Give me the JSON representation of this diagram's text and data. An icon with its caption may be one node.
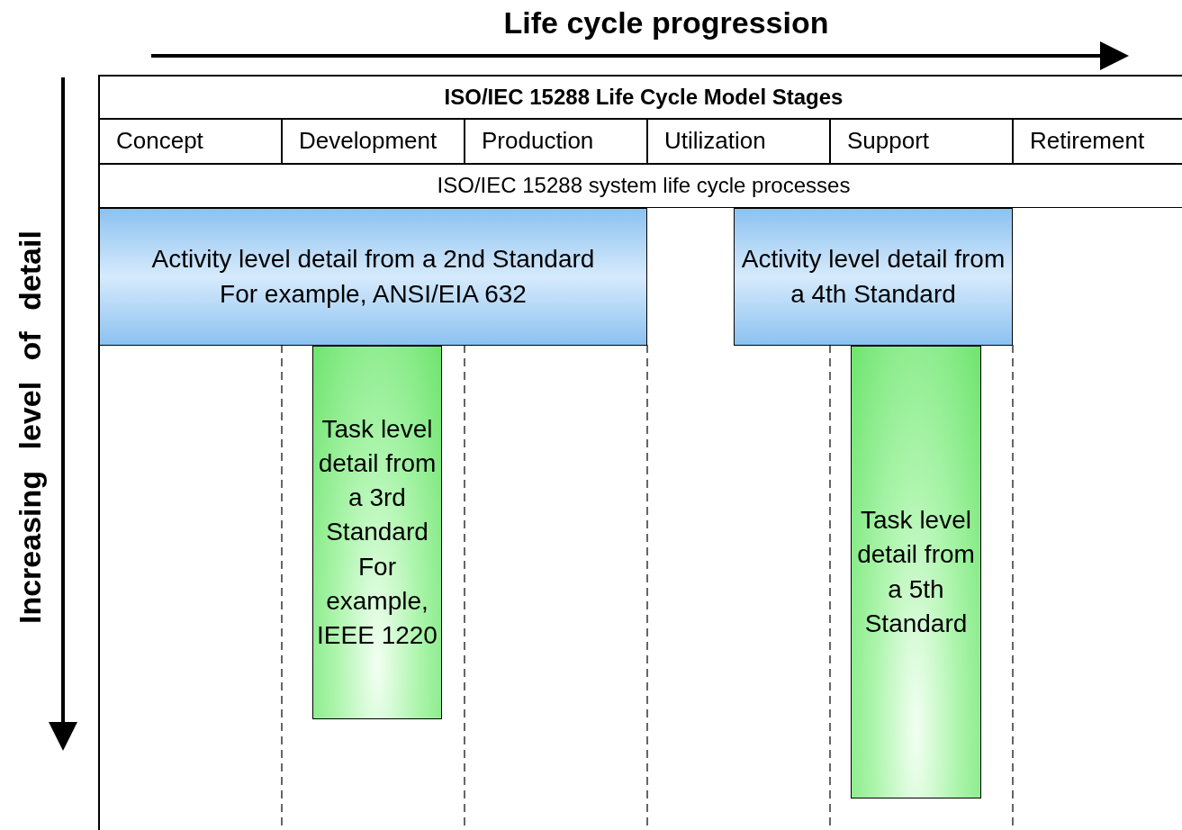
{
  "diagram": {
    "nodes": [
      {
        "text": [
          "ISO/IEC 15288 Life Cycle Model Stages"
        ]
      },
      {
        "text": [
          "Concept"
        ]
      },
      {
        "text": [
          "Development"
        ]
      },
      {
        "text": [
          "Production"
        ]
      },
      {
        "text": [
          "Utilization"
        ]
      },
      {
        "text": [
          "Support"
        ]
      },
      {
        "text": [
          "Retirement"
        ]
      },
      {
        "text": [
          "ISO/IEC 15288 system life cycle processes"
        ]
      },
      {
        "text": [
          "Activity level detail from a 2nd Standard",
          "For example, ANSI/EIA 632"
        ]
      },
      {
        "text": [
          "Activity level detail from a 4th Standard"
        ]
      },
      {
        "text": [
          "Task level detail from a 3rd Standard",
          "For example, IEEE 1220"
        ]
      },
      {
        "text": [
          "Task level detail from a 5th Standard"
        ]
      }
    ],
    "edges": [],
    "labels": [
      "Life cycle progression",
      "Increasing level of detail"
    ]
  }
}
